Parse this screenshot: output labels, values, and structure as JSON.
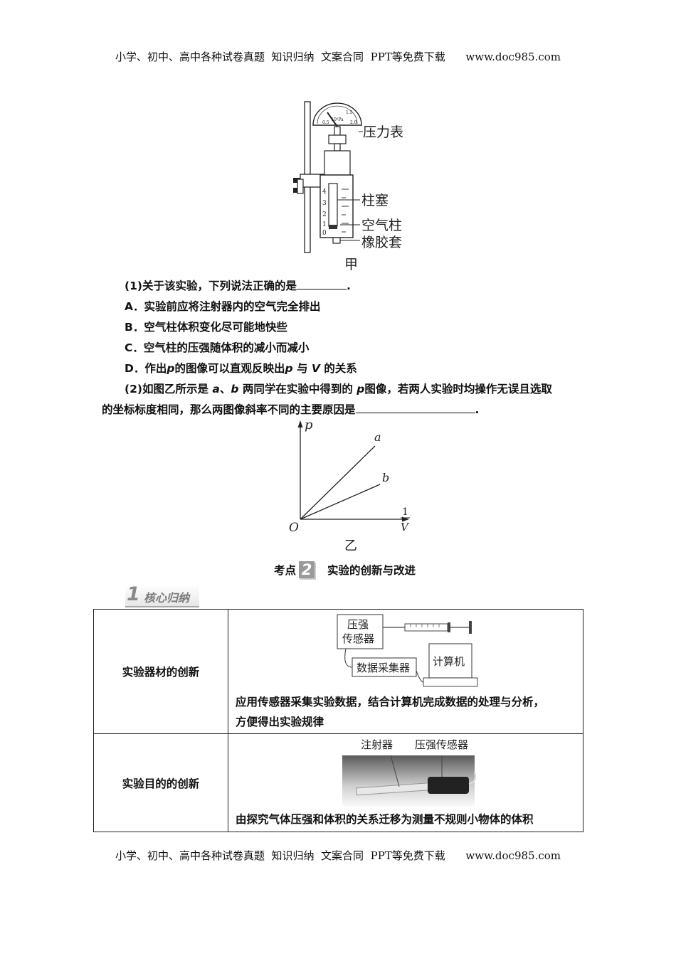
{
  "header": {
    "left": "小学、初中、高中各种试卷真题  知识归纳  文案合同  PPT等免费下载",
    "right": "www.doc985.com"
  },
  "footer": {
    "left": "小学、初中、高中各种试卷真题  知识归纳  文案合同  PPT等免费下载",
    "right": "www.doc985.com"
  },
  "figure_jia": {
    "labels": {
      "gauge": "压力表",
      "piston": "柱塞",
      "air": "空气柱",
      "rubber": "橡胶套"
    },
    "caption": "甲",
    "gauge_text": {
      "unit": "10⁵Pa",
      "t1": "0.5",
      "t2": "1.5",
      "t3": "2.0"
    },
    "scale_ticks": [
      "4",
      "3",
      "2",
      "1",
      "0"
    ]
  },
  "q1": {
    "stem": "(1)关于该实验，下列说法正确的是",
    "end": ".",
    "options": [
      "A．实验前应将注射器内的空气完全排出",
      "B．空气柱体积变化尽可能地快些",
      "C．空气柱的压强随体积的减小而减小"
    ],
    "d": {
      "a": "D．作出",
      "p": "p",
      "b": "的图像可以直观反映出",
      "p2": "p",
      "c": " 与 ",
      "v": "V",
      "d": " 的关系"
    }
  },
  "q2": {
    "l1a": "(2)如图乙所示是 ",
    "a": "a",
    "l1b": "、",
    "b": "b",
    "l1c": " 两同学在实验中得到的 ",
    "p": "p",
    "l1d": "图像，若两人实验时均操作无误且选取",
    "l2": "的坐标标度相同，那么两图像斜率不同的主要原因是",
    "end": "."
  },
  "figure_yi": {
    "y_label": "p",
    "x_num": "1",
    "x_den": "V",
    "origin": "O",
    "line_a": "a",
    "line_b": "b",
    "caption": "乙"
  },
  "section": {
    "pre": "考点",
    "num": "2",
    "title": "实验的创新与改进"
  },
  "subheading": {
    "num": "1",
    "text": "核心归纳"
  },
  "table": {
    "rows": [
      {
        "label": "实验器材的创新",
        "diagram": {
          "pressure_sensor": [
            "压强",
            "传感器"
          ],
          "collector": "数据采集器",
          "computer": "计算机"
        },
        "text": [
          "应用传感器采集实验数据，结合计算机完成数据的处理与分析，",
          "方便得出实验规律"
        ]
      },
      {
        "label": "实验目的的创新",
        "photo": {
          "syringe": "注射器",
          "sensor": "压强传感器"
        },
        "text": [
          "由探究气体压强和体积的关系迁移为测量不规则小物体的体积"
        ]
      }
    ]
  }
}
